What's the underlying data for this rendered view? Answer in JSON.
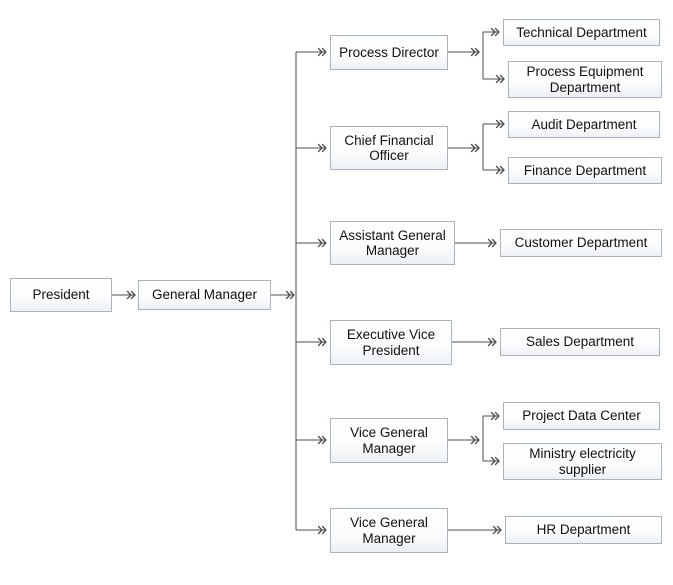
{
  "diagram": {
    "type": "org-chart",
    "colors": {
      "box_border": "#a9b2bd",
      "box_fill_top": "#ffffff",
      "box_fill_bottom": "#eef1f4",
      "connector": "#4d4d4d",
      "text": "#111111",
      "background": "#ffffff"
    },
    "nodes": {
      "president": "President",
      "general_manager": "General Manager",
      "process_director": "Process Director",
      "cfo": "Chief Financial Officer",
      "assistant_gm": "Assistant General Manager",
      "evp": "Executive Vice President",
      "vice_gm_1": "Vice General Manager",
      "vice_gm_2": "Vice General Manager",
      "technical": "Technical Department",
      "process_equipment": "Process Equipment Department",
      "audit": "Audit Department",
      "finance": "Finance Department",
      "customer": "Customer Department",
      "sales": "Sales Department",
      "project_data_center": "Project Data Center",
      "ministry_electricity": "Ministry electricity supplier",
      "hr": "HR Department"
    },
    "edges": [
      {
        "from": "president",
        "to": "general_manager"
      },
      {
        "from": "general_manager",
        "to": "process_director"
      },
      {
        "from": "general_manager",
        "to": "cfo"
      },
      {
        "from": "general_manager",
        "to": "assistant_gm"
      },
      {
        "from": "general_manager",
        "to": "evp"
      },
      {
        "from": "general_manager",
        "to": "vice_gm_1"
      },
      {
        "from": "general_manager",
        "to": "vice_gm_2"
      },
      {
        "from": "process_director",
        "to": "technical"
      },
      {
        "from": "process_director",
        "to": "process_equipment"
      },
      {
        "from": "cfo",
        "to": "audit"
      },
      {
        "from": "cfo",
        "to": "finance"
      },
      {
        "from": "assistant_gm",
        "to": "customer"
      },
      {
        "from": "evp",
        "to": "sales"
      },
      {
        "from": "vice_gm_1",
        "to": "project_data_center"
      },
      {
        "from": "vice_gm_1",
        "to": "ministry_electricity"
      },
      {
        "from": "vice_gm_2",
        "to": "hr"
      }
    ]
  }
}
